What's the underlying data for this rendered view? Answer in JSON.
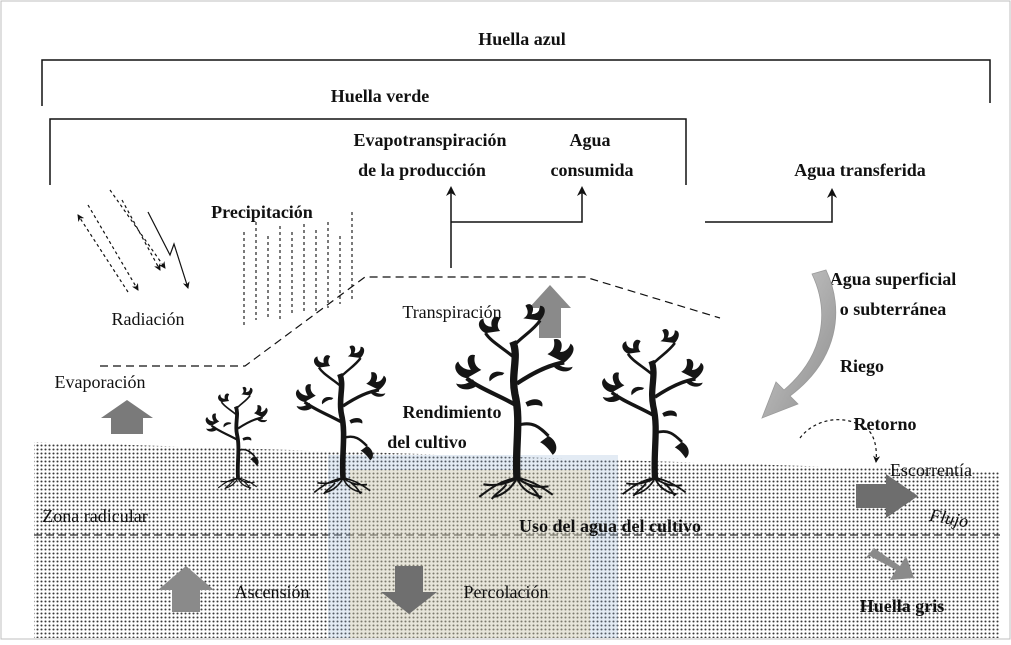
{
  "labels": {
    "huella_azul": "Huella azul",
    "huella_verde": "Huella verde",
    "evapotranspiracion_1": "Evapotranspiración",
    "evapotranspiracion_2": "de la producción",
    "agua_consumida_1": "Agua",
    "agua_consumida_2": "consumida",
    "agua_transferida": "Agua transferida",
    "precipitacion": "Precipitación",
    "radiacion": "Radiación",
    "transpiracion": "Transpiración",
    "agua_superficial_1": "Agua superficial",
    "agua_superficial_2": "o subterránea",
    "riego": "Riego",
    "evaporacion": "Evaporación",
    "rendimiento_1": "Rendimiento",
    "rendimiento_2": "del cultivo",
    "retorno": "Retorno",
    "escorrentia": "Escorrentía",
    "flujo": "Flujo",
    "zona_radicular": "Zona radicular",
    "uso_agua": "Uso del agua del cultivo",
    "ascension": "Ascensión",
    "percolacion": "Percolación",
    "huella_gris": "Huella gris"
  },
  "colors": {
    "line": "#111111",
    "arrow_gray": "#7f7f7f",
    "soil_dot": "#333333",
    "plant": "#151515"
  }
}
